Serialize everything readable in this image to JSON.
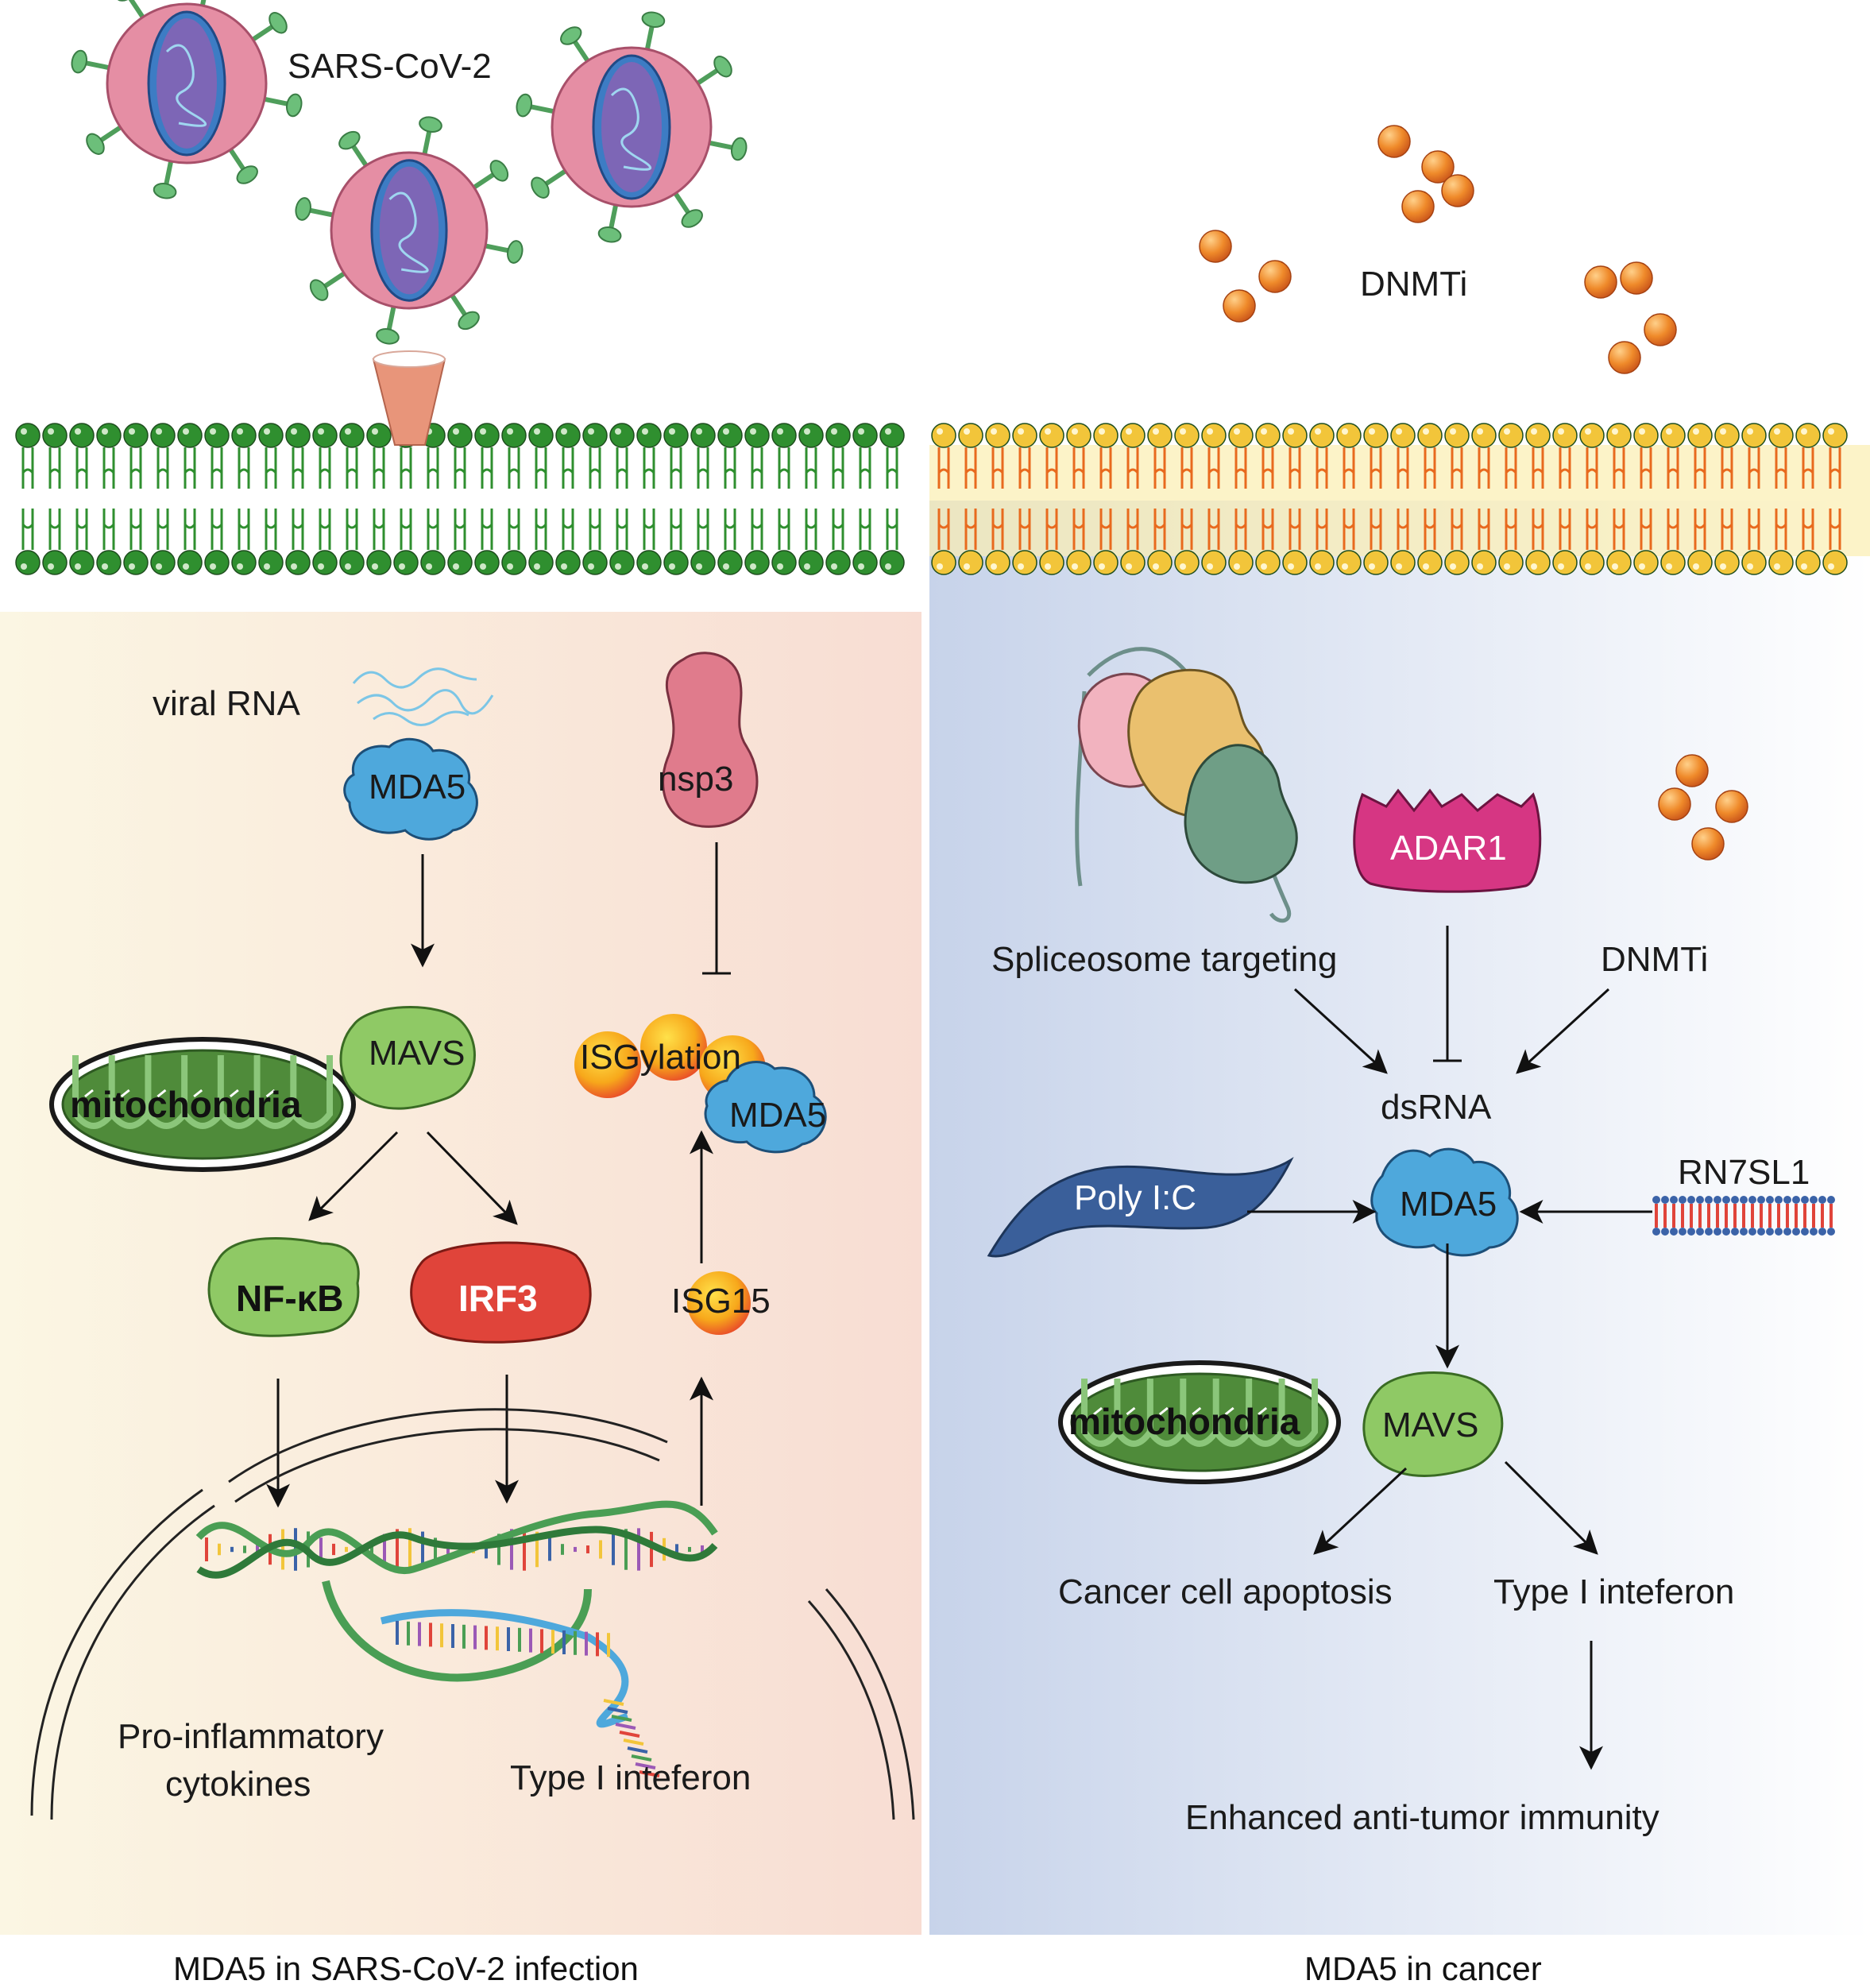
{
  "colors": {
    "left_panel_start": "#fbf6e3",
    "left_panel_end": "#f8ddd3",
    "right_panel_start": "#c7d3ea",
    "right_panel_end": "#ffffff",
    "membrane_left": "#2f8f2f",
    "membrane_right": "#f2c53a",
    "virus_body": "#e58ea4",
    "virus_core": "#7d66b6",
    "virus_spike": "#6cbf7a",
    "mda5": "#4ea8dc",
    "mavs": "#8fc965",
    "nfkb": "#8fc965",
    "irf3": "#e0443a",
    "nsp3": "#e07b8c",
    "adar1": "#d63683",
    "isg": "#f7a81b",
    "dnmti_ball": "#e8741f",
    "arrow": "#111111"
  },
  "icons": [
    "virus-icon",
    "pore-icon",
    "membrane-bilayer-icon",
    "protein-blob-icon",
    "mitochondria-icon",
    "dna-helix-icon",
    "nucleus-envelope-icon",
    "spliceosome-icon",
    "dnmti-particle-icon",
    "isg-sphere-icon",
    "poly-ic-ribbon-icon",
    "rn7sl1-bilayer-icon"
  ],
  "left": {
    "virus_label": "SARS-CoV-2",
    "viral_rna": "viral RNA",
    "mda5": "MDA5",
    "nsp3": "nsp3",
    "mavs": "MAVS",
    "mitochondria": "mitochondria",
    "isgylation": "ISGylation",
    "mda5_isg": "MDA5",
    "nfkb": "NF-κB",
    "irf3": "IRF3",
    "isg15": "ISG15",
    "pro_inflammatory_1": "Pro-inflammatory",
    "pro_inflammatory_2": "cytokines",
    "type1_ifn": "Type I inteferon",
    "caption": "MDA5 in SARS-CoV-2 infection"
  },
  "right": {
    "dnmti_top": "DNMTi",
    "spliceosome": "Spliceosome targeting",
    "adar1": "ADAR1",
    "dnmti": "DNMTi",
    "dsrna": "dsRNA",
    "poly_ic": "Poly I:C",
    "mda5": "MDA5",
    "rn7sl1": "RN7SL1",
    "mitochondria": "mitochondria",
    "mavs": "MAVS",
    "apoptosis": "Cancer cell apoptosis",
    "type1_ifn": "Type I inteferon",
    "immunity": "Enhanced anti-tumor immunity",
    "caption": "MDA5 in cancer"
  }
}
